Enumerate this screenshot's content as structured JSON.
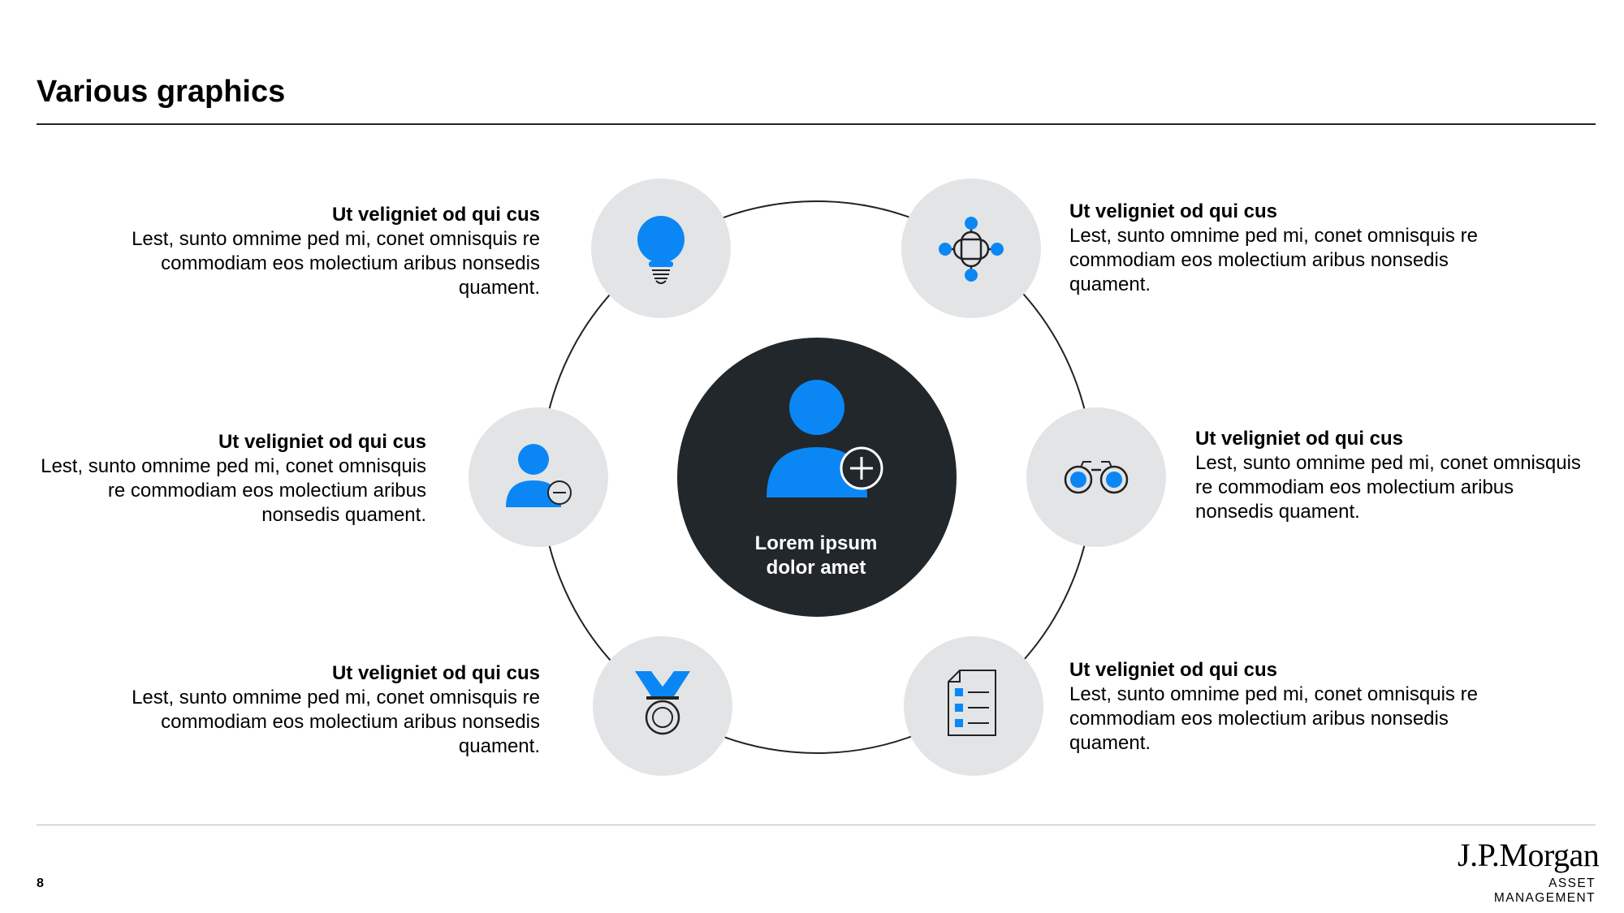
{
  "title": "Various graphics",
  "page_number": "8",
  "logo": {
    "name": "J.P.Morgan",
    "subtitle": "ASSET MANAGEMENT"
  },
  "colors": {
    "accent": "#0A87F5",
    "dark": "#22272B",
    "node_bg": "#E2E4E6",
    "line": "#222222"
  },
  "center": {
    "icon": "person-add-icon",
    "label_line1": "Lorem ipsum",
    "label_line2": "dolor amet"
  },
  "items": [
    {
      "icon": "lightbulb-icon",
      "heading": "Ut veligniet od qui cus",
      "body": "Lest, sunto omnime ped mi, conet omnisquis re commodiam eos molectium aribus nonsedis quament."
    },
    {
      "icon": "connection-icon",
      "heading": "Ut veligniet od qui cus",
      "body": "Lest, sunto omnime ped mi, conet omnisquis re commodiam eos molectium aribus nonsedis quament."
    },
    {
      "icon": "person-remove-icon",
      "heading": "Ut veligniet od qui cus",
      "body": "Lest, sunto omnime ped mi, conet omnisquis re commodiam eos molectium aribus nonsedis quament."
    },
    {
      "icon": "binoculars-icon",
      "heading": "Ut veligniet od qui cus",
      "body": "Lest, sunto omnime ped mi, conet omnisquis re commodiam eos molectium aribus nonsedis quament."
    },
    {
      "icon": "medal-icon",
      "heading": "Ut veligniet od qui cus",
      "body": "Lest, sunto omnime ped mi, conet omnisquis re commodiam eos molectium aribus nonsedis quament."
    },
    {
      "icon": "checklist-icon",
      "heading": "Ut veligniet od qui cus",
      "body": "Lest, sunto omnime ped mi, conet omnisquis re commodiam eos molectium aribus nonsedis quament."
    }
  ]
}
